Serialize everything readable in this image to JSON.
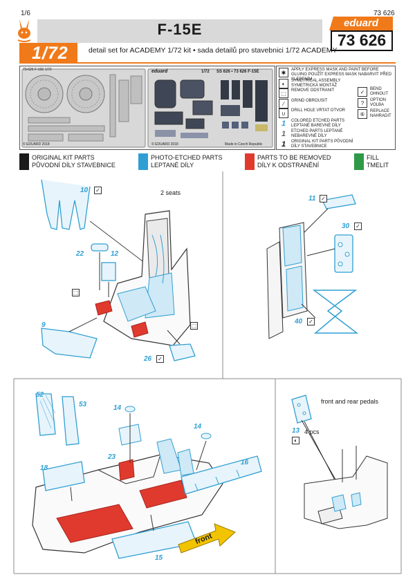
{
  "header": {
    "page_number": "1/6",
    "kit_code_small": "73 626",
    "title": "F-15E",
    "brand": "eduard",
    "kit_code": "73 626",
    "scale": "1/72",
    "subtitle": "detail set for ACADEMY 1/72 kit • sada detailů pro stavebnici 1/72  ACADEMY"
  },
  "fret": {
    "left_label": "73-626  F-15E  1/72",
    "right_brand": "eduard",
    "right_scale": "1/72",
    "right_code": "SS 626 • 73 626  F-15E",
    "copyright_left": "© EDUARD 2018",
    "copyright_right": "© EDUARD 2018",
    "made_in": "Made in Czech Republic"
  },
  "legend": {
    "items": [
      {
        "icon": "express-mask-icon",
        "glyph": "✱",
        "text": "APPLY EXPRESS MASK AND PAINT BEFORE GLUING POUŽÍT EXPRESS MASK NABARVIT PŘED SLEPENÍM"
      },
      {
        "icon": "symmetrical-assembly-icon",
        "glyph": "◐",
        "text": "SYMETRICAL ASSEMBLY SYMETRICKÁ MONTÁŽ"
      },
      {
        "icon": "remove-icon",
        "glyph": "⬚",
        "text": "REMOVE ODSTRANIT"
      },
      {
        "icon": "grind-icon",
        "glyph": "⁄",
        "text": "GRIND OBROUSIT"
      },
      {
        "icon": "drill-hole-icon",
        "glyph": "∪",
        "text": "DRILL HOLE VRTAT OTVOR"
      },
      {
        "icon": "colored-etched-icon",
        "glyph": "1",
        "text": "COLORED ETCHED PARTS LEPTANÉ BAREVNÉ DÍLY"
      },
      {
        "icon": "etched-parts-icon",
        "glyph": "1",
        "text": "ETCHED PARTS LEPTANÉ NEBAREVNÉ DÍLY"
      },
      {
        "icon": "original-kit-parts-icon",
        "glyph": "1",
        "text": "ORIGINAL KIT PARTS PŮVODNÍ DÍLY STAVEBNICE"
      }
    ],
    "right_items": [
      {
        "icon": "bend-icon",
        "glyph": "✓",
        "text": "BEND OHNOUT"
      },
      {
        "icon": "option-icon",
        "glyph": "?",
        "text": "OPTION VOLBA"
      },
      {
        "icon": "replace-icon",
        "glyph": "⑥",
        "text": "REPLACE NAHRADIT"
      }
    ]
  },
  "color_key": [
    {
      "color": "#1a1a1a",
      "line1": "ORIGINAL KIT PARTS",
      "line2": "PŮVODNÍ DÍLY STAVEBNICE"
    },
    {
      "color": "#2f9fd3",
      "line1": "PHOTO-ETCHED PARTS",
      "line2": "LEPTANÉ DÍLY"
    },
    {
      "color": "#e03a2f",
      "line1": "PARTS TO BE REMOVED",
      "line2": "DÍLY K ODSTRANĚNÍ"
    },
    {
      "color": "#2e9a48",
      "line1": "FILL",
      "line2": "TMELIT"
    }
  ],
  "panels": {
    "seat": {
      "note": "2 seats",
      "parts": [
        "10",
        "22",
        "12",
        "9",
        "26"
      ]
    },
    "headrest": {
      "parts": [
        "11",
        "30",
        "40"
      ]
    },
    "cockpit": {
      "parts": [
        "52",
        "53",
        "14",
        "14",
        "23",
        "18",
        "16",
        "15"
      ],
      "front_label": "front"
    },
    "pedals": {
      "note": "front and rear pedals",
      "part": "13",
      "count": "4 pcs"
    }
  },
  "colors": {
    "accent_orange": "#f07a1a",
    "etched_blue": "#2f9fd3",
    "remove_red": "#e03a2f",
    "fill_green": "#2e9a48",
    "front_arrow_yellow": "#f2c400"
  }
}
